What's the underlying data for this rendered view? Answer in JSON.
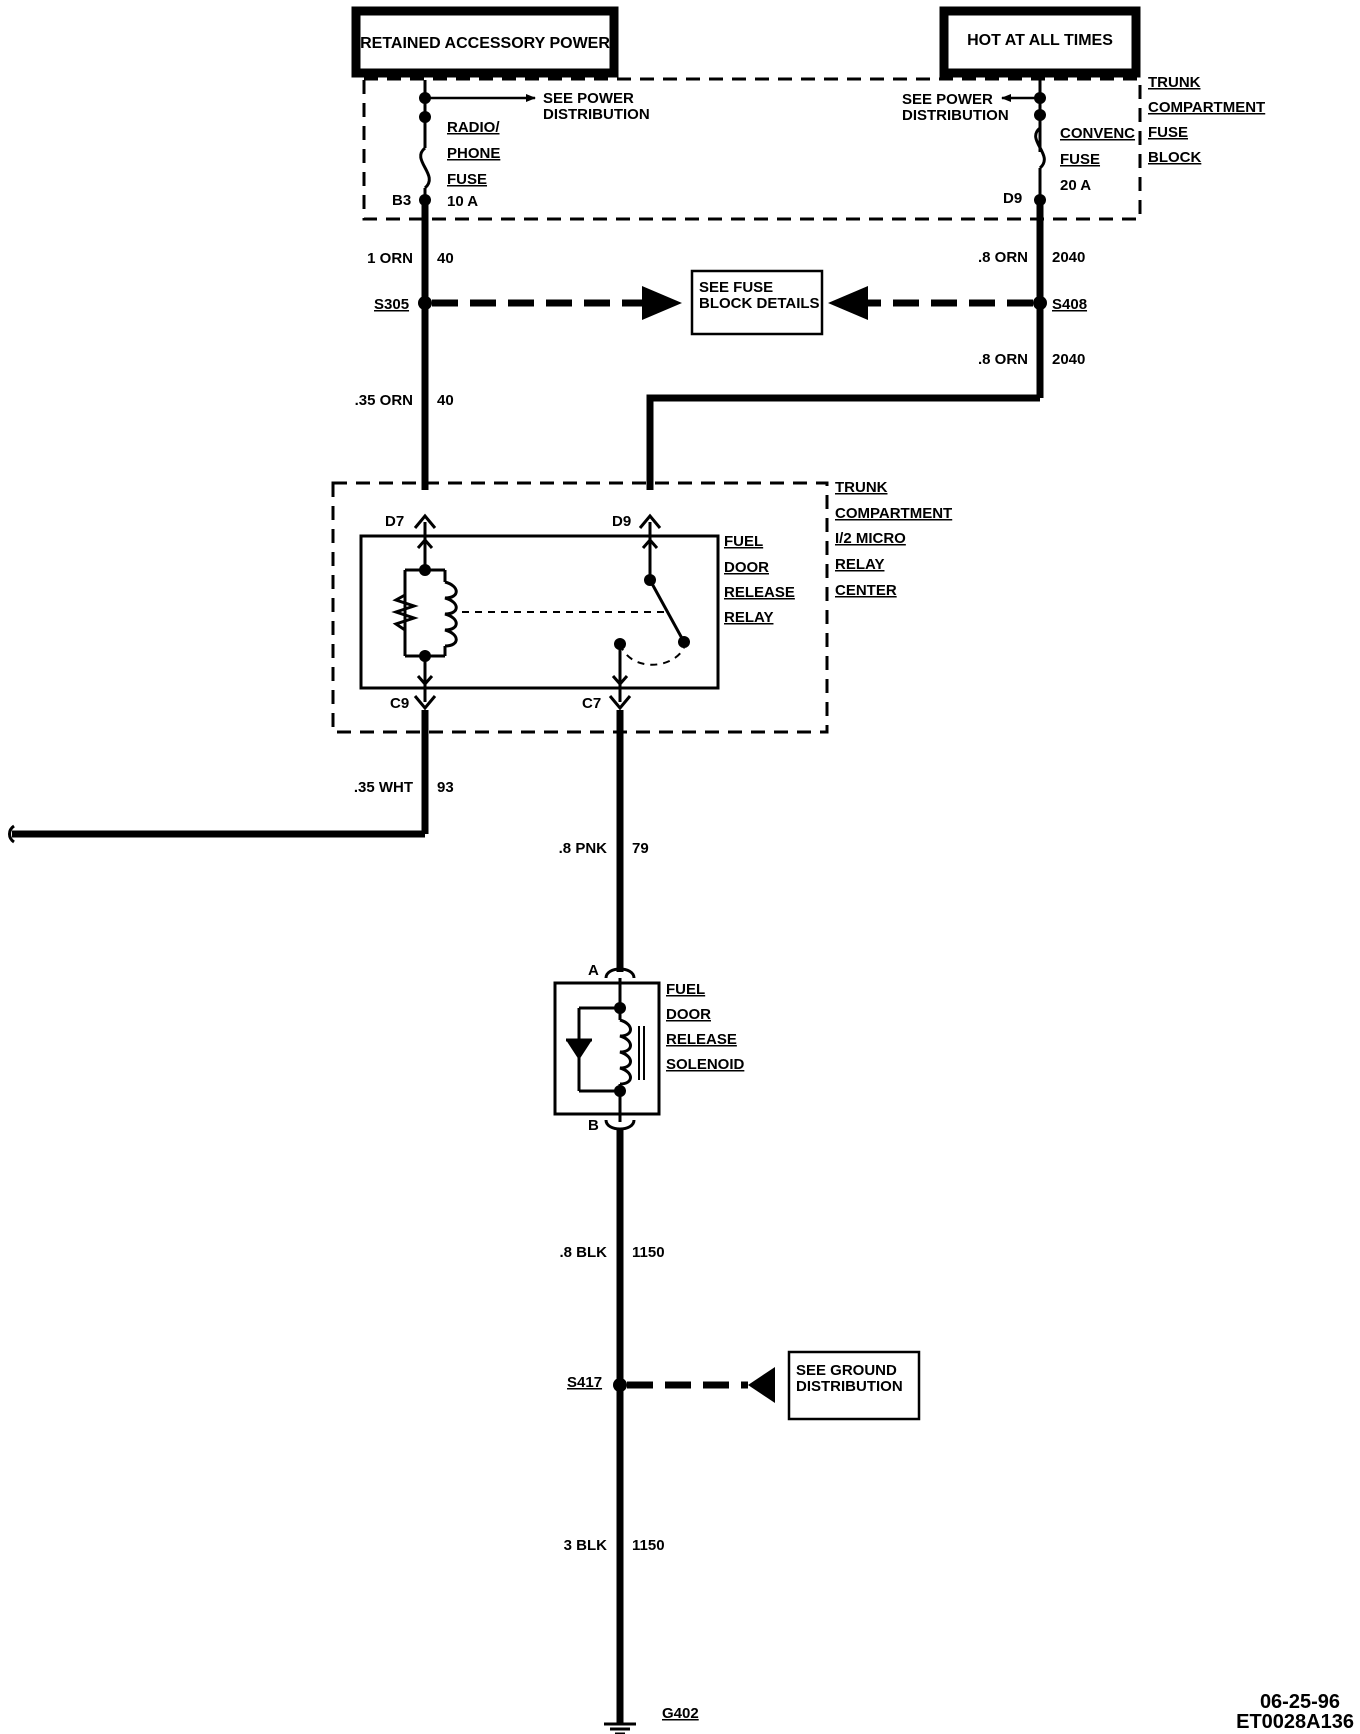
{
  "power_sources": {
    "retained_accessory": "RETAINED ACCESSORY POWER",
    "hot_at_all_times": "HOT AT ALL TIMES"
  },
  "fuse_block": {
    "title_lines": [
      "TRUNK",
      "COMPARTMENT",
      "FUSE",
      "BLOCK"
    ],
    "see_power_left": [
      "SEE POWER",
      "DISTRIBUTION"
    ],
    "see_power_right": [
      "SEE POWER",
      "DISTRIBUTION"
    ],
    "radio_fuse_lines": [
      "RADIO/",
      "PHONE",
      "FUSE"
    ],
    "radio_fuse_rating": "10 A",
    "convenc_fuse_lines": [
      "CONVENC",
      "FUSE"
    ],
    "convenc_fuse_rating": "20 A",
    "pin_left": "B3",
    "pin_right": "D9"
  },
  "wires": {
    "w1_gauge": "1 ORN",
    "w1_circuit": "40",
    "w2_gauge": ".8 ORN",
    "w2_circuit": "2040",
    "w3_gauge": ".8 ORN",
    "w3_circuit": "2040",
    "w4_gauge": ".35 ORN",
    "w4_circuit": "40",
    "w5_gauge": ".35 WHT",
    "w5_circuit": "93",
    "w6_gauge": ".8 PNK",
    "w6_circuit": "79",
    "w7_gauge": ".8 BLK",
    "w7_circuit": "1150",
    "w8_gauge": "3 BLK",
    "w8_circuit": "1150"
  },
  "splices": {
    "s305": "S305",
    "s408": "S408",
    "s417": "S417"
  },
  "fuse_details": [
    "SEE FUSE",
    "BLOCK DETAILS"
  ],
  "relay_center": {
    "title_lines": [
      "TRUNK",
      "COMPARTMENT",
      "I/2 MICRO",
      "RELAY",
      "CENTER"
    ],
    "relay_lines": [
      "FUEL",
      "DOOR",
      "RELEASE",
      "RELAY"
    ],
    "pin_d7": "D7",
    "pin_d9": "D9",
    "pin_c9": "C9",
    "pin_c7": "C7"
  },
  "solenoid": {
    "lines": [
      "FUEL",
      "DOOR",
      "RELEASE",
      "SOLENOID"
    ],
    "pin_a": "A",
    "pin_b": "B"
  },
  "ground_dist": [
    "SEE GROUND",
    "DISTRIBUTION"
  ],
  "ground": "G402",
  "footer": {
    "date": "06-25-96",
    "code": "ET0028A136"
  }
}
